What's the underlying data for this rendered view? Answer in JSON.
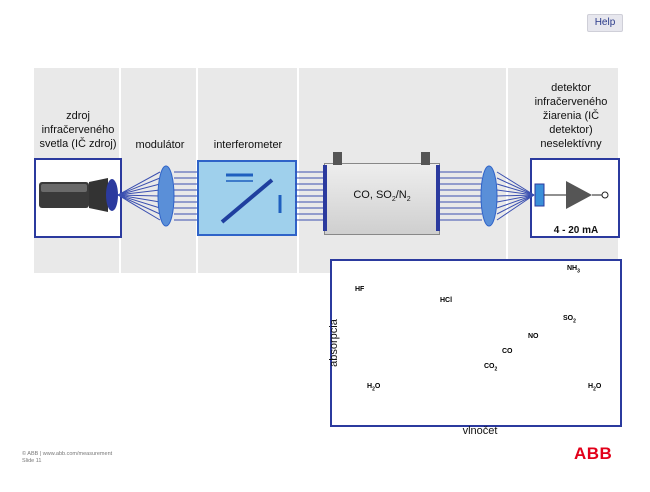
{
  "help": "Help",
  "labels": {
    "source": "zdroj infračerveného svetla (IČ zdroj)",
    "modulator": "modulátor",
    "interferometer": "interferometer",
    "detector_line1": "detektor",
    "detector_line2": "infračerveného",
    "detector_line3": "žiarenia (IČ",
    "detector_line4": "detektor)",
    "detector_line5": "neselektívny",
    "cell_gas_prefix": "CO, SO",
    "cell_gas_sub1": "2",
    "cell_gas_mid": "/N",
    "cell_gas_sub2": "2",
    "output_signal": "4 - 20 mA"
  },
  "spectrum": {
    "ylabel": "absorpcia",
    "xlabel": "vlnočet",
    "gases": [
      {
        "name": "NH",
        "sub": "3",
        "color": "#9a9a9a"
      },
      {
        "name": "HF",
        "sub": "",
        "color": "#b5b23a"
      },
      {
        "name": "HCl",
        "sub": "",
        "color": "#6fc23a"
      },
      {
        "name": "SO",
        "sub": "2",
        "color": "#3a3ab0"
      },
      {
        "name": "NO",
        "sub": "",
        "color": "#2aa84a"
      },
      {
        "name": "CO",
        "sub": "",
        "color": "#b04ab0"
      },
      {
        "name": "CO",
        "sub": "2",
        "color": "#888888"
      },
      {
        "name": "H",
        "sub": "2",
        "suffix": "O",
        "color": "#333333"
      }
    ]
  },
  "footer": {
    "line1": "© ABB |  www.abb.com/measurement",
    "line2": "Slide 11"
  },
  "logo": "ABB",
  "colors": {
    "frame": "#2b3a9e",
    "beam": "#3a4fb0",
    "abb_red": "#e2001a"
  }
}
